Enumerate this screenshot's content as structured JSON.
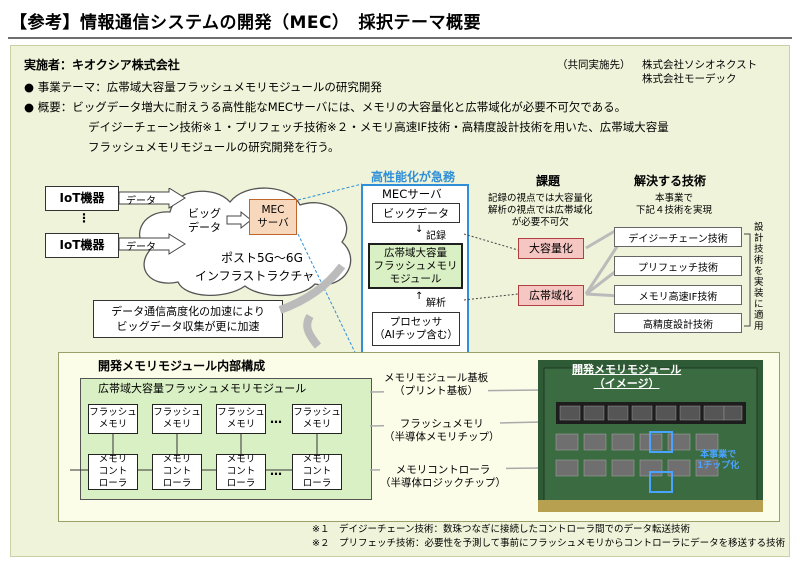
{
  "title": "【参考】情報通信システムの開発（MEC）　採択テーマ概要",
  "implementer": "実施者：キオクシア株式会社",
  "joint": {
    "label": "（共同実施先）",
    "line1": "株式会社ソシオネクスト",
    "line2": "株式会社モーデック"
  },
  "bullets": {
    "theme": "● 事業テーマ：広帯域大容量フラッシュメモリモジュールの研究開発",
    "overview1": "● 概要：ビッグデータ増大に耐えうる高性能なMECサーバには、メモリの大容量化と広帯域化が必要不可欠である。",
    "overview2": "デイジーチェーン技術※１・プリフェッチ技術※２・メモリ高速IF技術・高精度設計技術を用いた、広帯域大容量",
    "overview3": "フラッシュメモリモジュールの研究開発を行う。"
  },
  "diagram": {
    "iot1": "IoT機器",
    "iot_dots": "⋮",
    "iot2": "IoT機器",
    "data1": "データ",
    "data2": "データ",
    "bigdata_cloud_1": "ビッグ",
    "bigdata_cloud_2": "データ",
    "mec_small_1": "MEC",
    "mec_small_2": "サーバ",
    "infra1": "ポスト5G～6G",
    "infra2": "インフラストラクチャ",
    "callout1": "データ通信高度化の加速により",
    "callout2": "ビッグデータ収集が更に加速",
    "perf_label": "高性能化が急務",
    "mec_title": "MECサーバ",
    "bigdata_box": "ビックデータ",
    "record": "記録",
    "module1": "広帯域大容量",
    "module2": "フラッシュメモリ",
    "module3": "モジュール",
    "analysis": "解析",
    "processor1": "プロセッサ",
    "processor2": "（AIチップ含む）",
    "issue_title": "課題",
    "issue_note1": "記録の視点では大容量化",
    "issue_note2": "解析の視点では広帯域化",
    "issue_note3": "が必要不可欠",
    "issue1": "大容量化",
    "issue2": "広帯域化",
    "tech_title": "解決する技術",
    "tech_note1": "本事業で",
    "tech_note2": "下記４技術を実現",
    "tech1": "デイジーチェーン技術",
    "tech2": "プリフェッチ技術",
    "tech3": "メモリ高速IF技術",
    "tech4": "高精度設計技術",
    "side_label": "設計技術を実装に適用"
  },
  "lower": {
    "panel_title": "開発メモリモジュール内部構成",
    "inner_title": "広帯域大容量フラッシュメモリモジュール",
    "flash_cell": "フラッシュ\nメモリ",
    "ctrl_cell": "メモリ\nコント\nローラ",
    "dots": "…",
    "label1a": "メモリモジュール基板",
    "label1b": "（プリント基板）",
    "label2a": "フラッシュメモリ",
    "label2b": "（半導体メモリチップ）",
    "label3a": "メモリコントローラ",
    "label3b": "（半導体ロジックチップ）",
    "photo_title1": "開発メモリモジュール",
    "photo_title2": "（イメージ）",
    "photo_note1": "本事業で",
    "photo_note2": "1チップ化"
  },
  "footnotes": {
    "n1": "※１　デイジーチェーン技術：数珠つなぎに接続したコントローラ間でのデータ転送技術",
    "n2": "※２　プリフェッチ技術：必要性を予測して事前にフラッシュメモリからコントローラにデータを移送する技術"
  },
  "colors": {
    "panel_bg": "#eef3d9",
    "accent_blue": "#2f8fd8",
    "module_green": "#d9f0c4",
    "issue_pink": "#f6c6c3",
    "board_green": "#2f5a36"
  }
}
